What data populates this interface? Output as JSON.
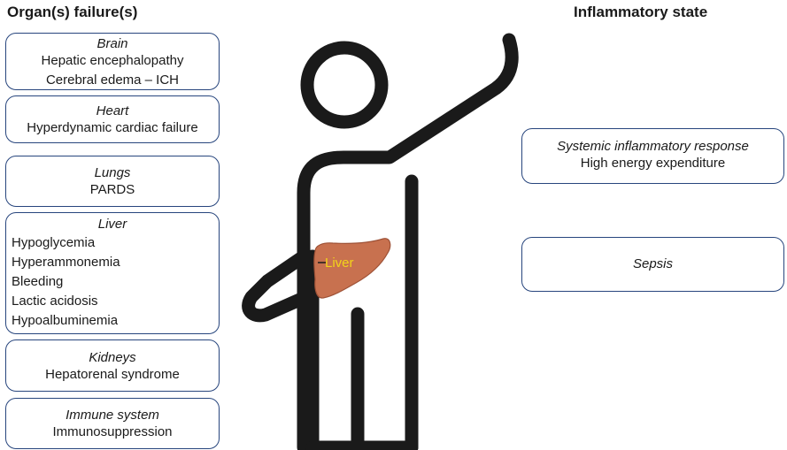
{
  "headings": {
    "left": "Organ(s) failure(s)",
    "right": "Inflammatory state"
  },
  "organs": [
    {
      "title": "Brain",
      "lines": [
        "Hepatic encephalopathy",
        "Cerebral edema – ICH"
      ]
    },
    {
      "title": "Heart",
      "lines": [
        "Hyperdynamic cardiac failure"
      ]
    },
    {
      "title": "Lungs",
      "lines": [
        "PARDS"
      ]
    },
    {
      "title": "Liver",
      "lines": [
        "Hypoglycemia",
        "Hyperammonemia",
        "Bleeding",
        "Lactic acidosis",
        "Hypoalbuminemia"
      ]
    },
    {
      "title": "Kidneys",
      "lines": [
        "Hepatorenal syndrome"
      ]
    },
    {
      "title": "Immune system",
      "lines": [
        "Immunosuppression"
      ]
    }
  ],
  "inflammation": [
    {
      "title": "Systemic inflammatory response",
      "lines": [
        "High energy expenditure"
      ]
    },
    {
      "title": "Sepsis",
      "lines": []
    }
  ],
  "figure": {
    "liver_label": "Liver",
    "stroke_color": "#1a1a1a",
    "liver_color": "#c8714f",
    "label_color": "#f2d41a",
    "box_border_color": "#27457d"
  }
}
